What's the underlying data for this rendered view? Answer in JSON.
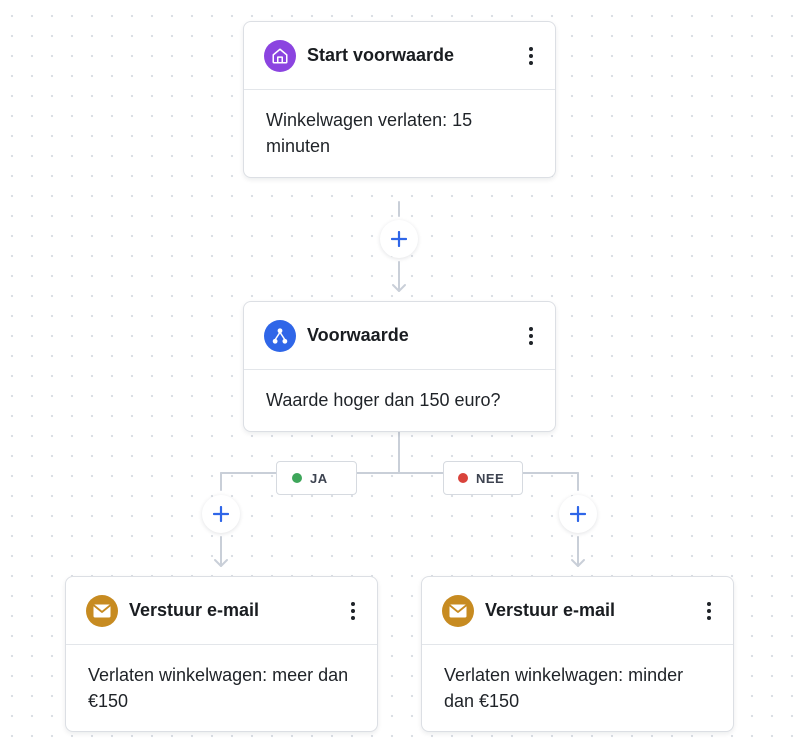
{
  "colors": {
    "start_icon": "#8b44e0",
    "condition_icon": "#2f66e8",
    "email_icon": "#c78b21",
    "connector": "#c9cfd8",
    "add_plus": "#2f66e8",
    "yes_dot": "#3ea65a",
    "no_dot": "#d9433b"
  },
  "nodes": {
    "start": {
      "title": "Start voorwaarde",
      "body": "Winkelwagen verlaten: 15 minuten",
      "icon": "home-icon"
    },
    "condition": {
      "title": "Voorwaarde",
      "body": "Waarde hoger dan 150 euro?",
      "icon": "branch-icon"
    },
    "email_yes": {
      "title": "Verstuur e-mail",
      "body": "Verlaten winkelwagen: meer dan €150",
      "icon": "envelope-icon"
    },
    "email_no": {
      "title": "Verstuur e-mail",
      "body": "Verlaten winkelwagen: minder dan €150",
      "icon": "envelope-icon"
    }
  },
  "branches": {
    "yes": {
      "label": "JA"
    },
    "no": {
      "label": "NEE"
    }
  },
  "menu_icon": "more-vertical-icon",
  "add_icon": "plus-icon"
}
